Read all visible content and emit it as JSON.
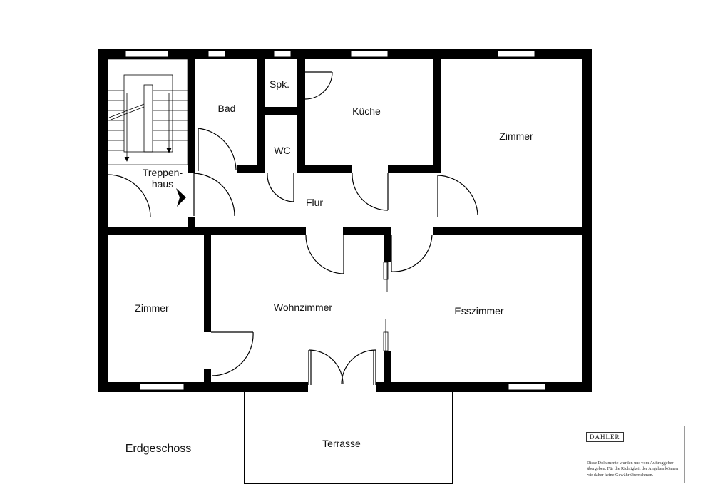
{
  "plan": {
    "floor_name": "Erdgeschoss",
    "rooms": {
      "stairwell_line1": "Treppen-",
      "stairwell_line2": "haus",
      "bath": "Bad",
      "pantry": "Spk.",
      "wc": "WC",
      "kitchen": "Küche",
      "room_east": "Zimmer",
      "hall": "Flur",
      "room_west": "Zimmer",
      "living": "Wohnzimmer",
      "dining": "Esszimmer",
      "terrace": "Terrasse"
    }
  },
  "disclaimer": {
    "brand": "DAHLER",
    "text": "Diese Dokumente wurden uns vom Auftraggeber übergeben. Für die Richtigkeit der Angaben können wir daher keine Gewähr übernehmen."
  }
}
